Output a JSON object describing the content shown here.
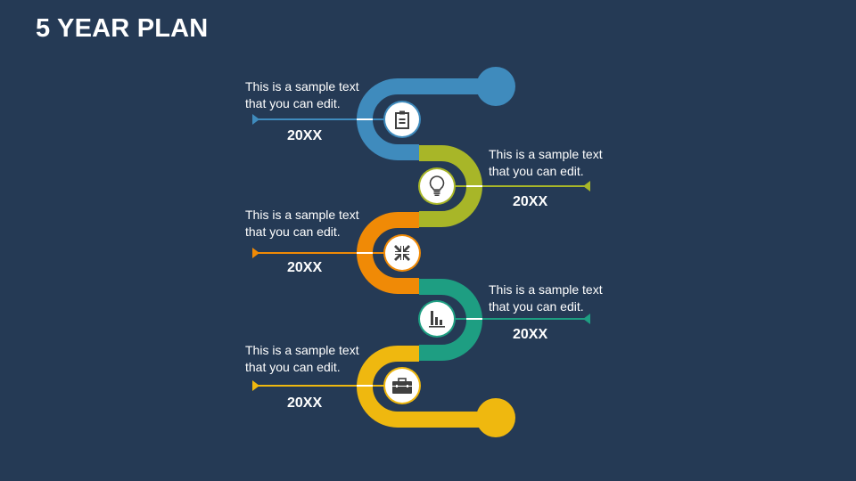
{
  "title": "5 YEAR PLAN",
  "colors": {
    "background": "#253a55",
    "text": "#ffffff",
    "icon": "#404040"
  },
  "steps": [
    {
      "side": "left",
      "color": "#3f8bbd",
      "icon": "clipboard-icon",
      "text_line1": "This is a sample text",
      "text_line2": "that you can edit.",
      "year": "20XX"
    },
    {
      "side": "right",
      "color": "#a8b628",
      "icon": "lightbulb-icon",
      "text_line1": "This is a sample text",
      "text_line2": "that you can edit.",
      "year": "20XX"
    },
    {
      "side": "left",
      "color": "#f08a06",
      "icon": "collapse-arrows-icon",
      "text_line1": "This is a sample text",
      "text_line2": "that you can edit.",
      "year": "20XX"
    },
    {
      "side": "right",
      "color": "#1e9e82",
      "icon": "bar-chart-icon",
      "text_line1": "This is a sample text",
      "text_line2": "that you can edit.",
      "year": "20XX"
    },
    {
      "side": "left",
      "color": "#efb80f",
      "icon": "briefcase-icon",
      "text_line1": "This is a sample text",
      "text_line2": "that you can edit.",
      "year": "20XX"
    }
  ]
}
